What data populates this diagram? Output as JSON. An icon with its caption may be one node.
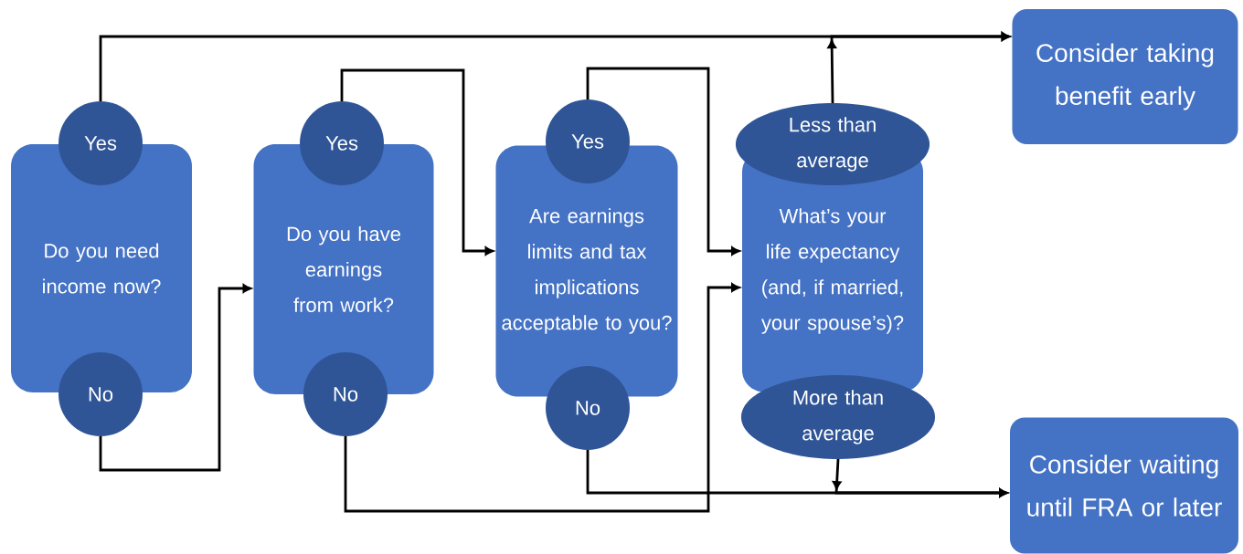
{
  "diagram": {
    "nodes": [
      {
        "text": [
          "Do you need income now?"
        ]
      },
      {
        "text": [
          "Yes"
        ]
      },
      {
        "text": [
          "No"
        ]
      },
      {
        "text": [
          "Do you have earnings from work?"
        ]
      },
      {
        "text": [
          "Yes"
        ]
      },
      {
        "text": [
          "No"
        ]
      },
      {
        "text": [
          "Are earnings limits and tax implications acceptable to you?"
        ]
      },
      {
        "text": [
          "Yes"
        ]
      },
      {
        "text": [
          "No"
        ]
      },
      {
        "text": [
          "What’s your life expectancy (and, if married, your spouse’s)?"
        ]
      },
      {
        "text": [
          "Less than average"
        ]
      },
      {
        "text": [
          "More than average"
        ]
      },
      {
        "text": [
          "Consider taking benefit early"
        ]
      },
      {
        "text": [
          "Consider waiting until FRA or later"
        ]
      }
    ],
    "edges": [
      {
        "from": 1,
        "to": 12,
        "arrow": "to"
      },
      {
        "from": 2,
        "to": 3,
        "arrow": "to"
      },
      {
        "from": 4,
        "to": 6,
        "arrow": "to"
      },
      {
        "from": 5,
        "to": 9,
        "arrow": "to"
      },
      {
        "from": 7,
        "to": 9,
        "arrow": "to"
      },
      {
        "from": 8,
        "to": 13,
        "arrow": "to"
      },
      {
        "from": 10,
        "to": 12,
        "arrow": "to"
      },
      {
        "from": 11,
        "to": 13,
        "arrow": "to"
      }
    ]
  }
}
